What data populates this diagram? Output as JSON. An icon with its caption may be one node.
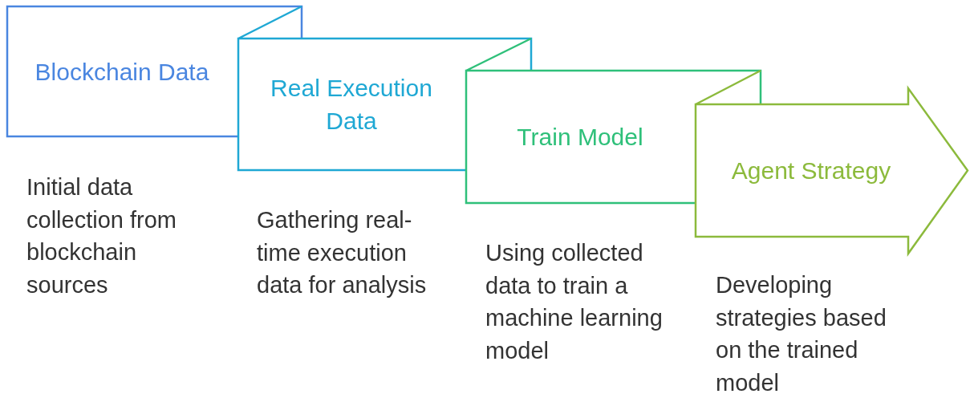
{
  "diagram": {
    "nodes": [
      {
        "text": [
          "Blockchain Data"
        ],
        "beside": [
          "Initial data collection from blockchain sources"
        ]
      },
      {
        "text": [
          "Real Execution Data"
        ],
        "beside": [
          "Gathering real-time execution data for analysis"
        ]
      },
      {
        "text": [
          "Train Model"
        ],
        "beside": [
          "Using collected data to train a machine learning model"
        ]
      },
      {
        "text": [
          "Agent Strategy"
        ],
        "beside": [
          "Developing strategies based on the trained model"
        ]
      }
    ]
  }
}
